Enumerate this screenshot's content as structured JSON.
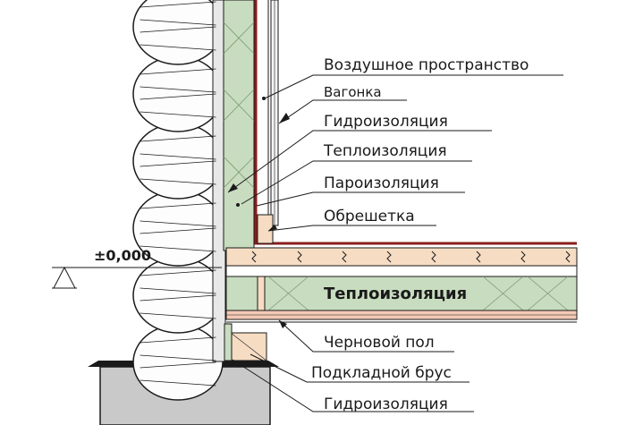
{
  "labels": {
    "air_space": "Воздушное пространство",
    "lining": "Вагонка",
    "waterproofing_top": "Гидроизоляция",
    "insulation_wall": "Теплоизоляция",
    "vapor_barrier": "Пароизоляция",
    "battens": "Обрешетка",
    "insulation_floor": "Теплоизоляция",
    "subfloor": "Черновой пол",
    "sill_beam": "Подкладной брус",
    "waterproofing_bottom": "Гидроизоляция"
  },
  "level_mark": "±0,000",
  "colors": {
    "log_fill": "#fdfdfd",
    "insulation": "#c8dcbf",
    "wood": "#f6dcc3",
    "foundation": "#c9c9c9",
    "vapor_red": "#8a1c1c",
    "line": "#1a1a1a"
  }
}
